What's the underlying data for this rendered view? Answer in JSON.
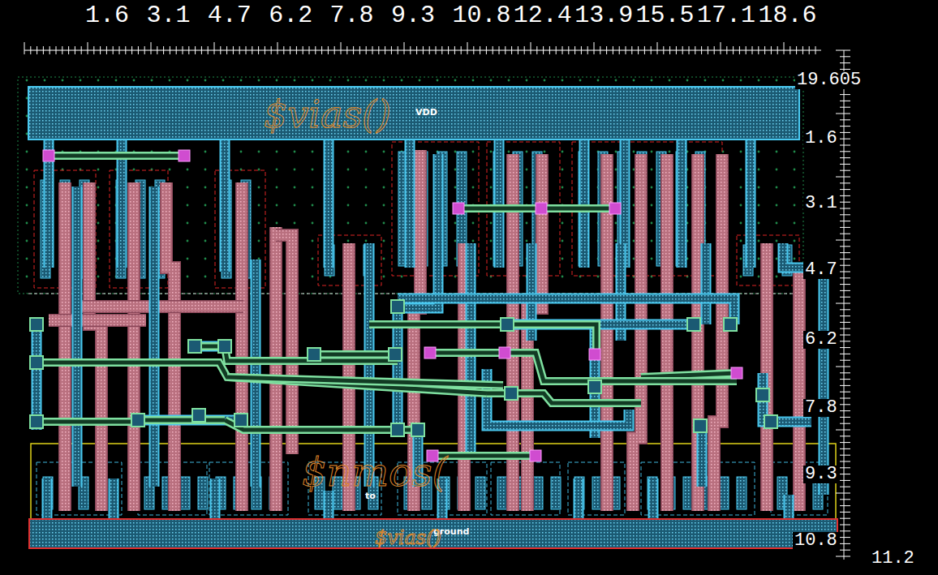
{
  "diagram": {
    "labels": [
      "1.6",
      "3.1",
      "4.7",
      "6.2",
      "7.8",
      "9.3",
      "10.8",
      "12.4",
      "13.9",
      "15.5",
      "17.1",
      "18.6",
      "19.605",
      "1.6",
      "3.1",
      "4.7",
      "6.2",
      "7.8",
      "9.3",
      "10.8",
      "11.2",
      "VDD",
      "$vias()",
      "to",
      "$nmos(",
      "ground",
      "$vias()"
    ]
  }
}
